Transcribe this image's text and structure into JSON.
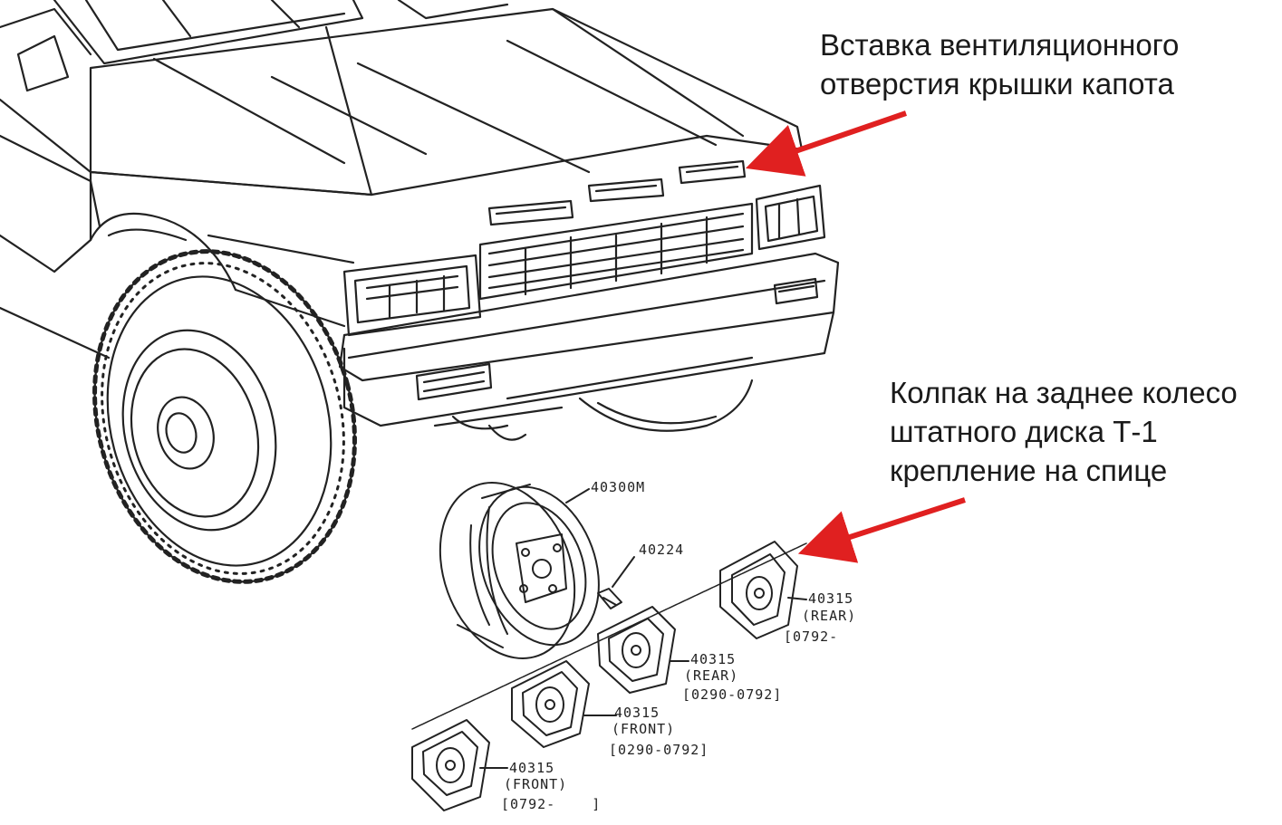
{
  "colors": {
    "ink": "#222222",
    "arrow": "#e02020",
    "background": "#ffffff"
  },
  "callouts": {
    "hood_vent": {
      "line1": "Вставка вентиляционного",
      "line2": "отверстия крышки капота"
    },
    "rear_hubcap": {
      "line1": "Колпак на заднее колесо",
      "line2": "штатного диска Т-1",
      "line3": "крепление на спице"
    }
  },
  "part_labels": {
    "rim": "40300M",
    "nut": "40224",
    "cap_rear_new": {
      "number": "40315",
      "position": "(REAR)",
      "range": "[0792-"
    },
    "cap_rear_old": {
      "number": "40315",
      "position": "(REAR)",
      "range": "[0290-0792]"
    },
    "cap_front_old": {
      "number": "40315",
      "position": "(FRONT)",
      "range": "[0290-0792]"
    },
    "cap_front_new": {
      "number": "40315",
      "position": "(FRONT)",
      "range": "[0792-    ]"
    }
  }
}
